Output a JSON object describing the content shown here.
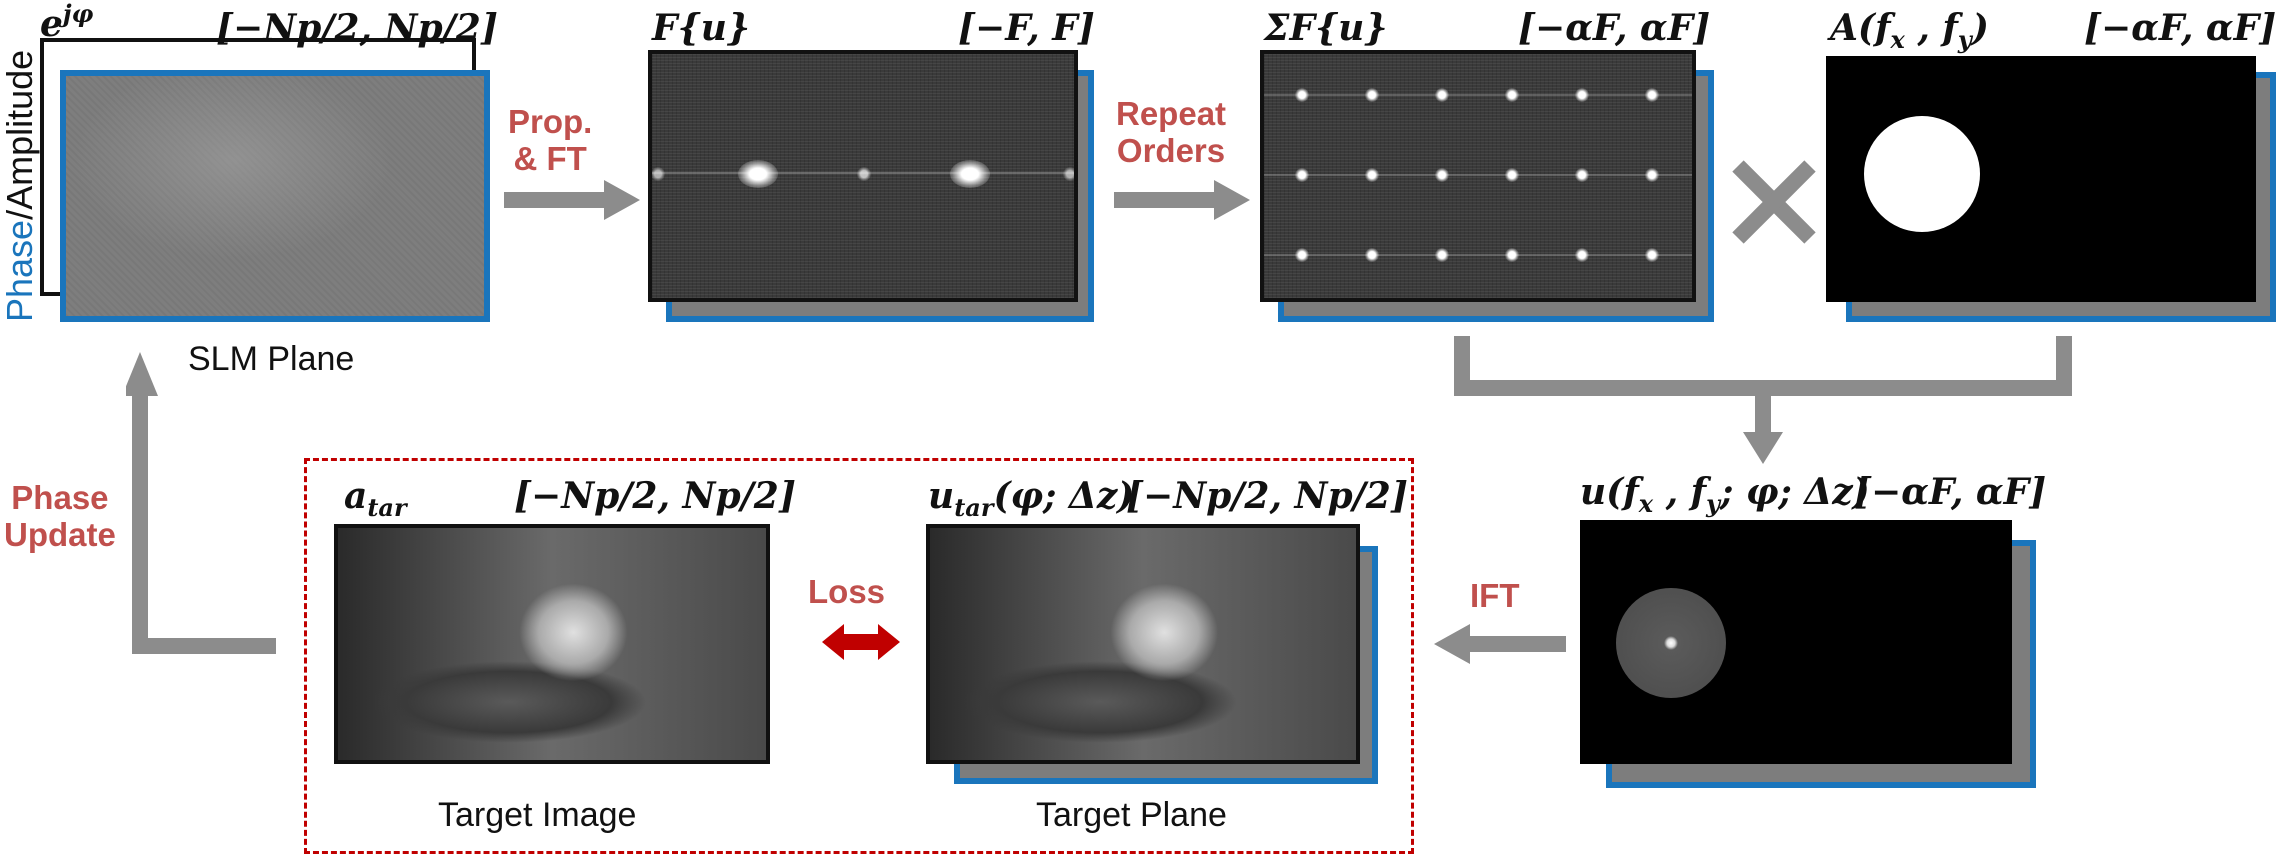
{
  "slm": {
    "vertical_label_phase": "Phase",
    "vertical_label_sep": "/",
    "vertical_label_amplitude": "Amplitude",
    "math": "e^{jφ}",
    "math_main": "e",
    "math_sup": "jφ",
    "range": "[−Np/2, Np/2]",
    "caption": "SLM Plane"
  },
  "fourier": {
    "math": "F{u}",
    "range": "[−F, F]"
  },
  "repeat": {
    "math": "ΣF{u}",
    "range": "[−αF, αF]"
  },
  "aperture": {
    "math": "A(f_x, f_y)",
    "math_a": "A(",
    "math_fx": "f",
    "sub_x": "x",
    "math_comma": " , ",
    "math_fy": "f",
    "sub_y": "y",
    "math_close": ")",
    "range": "[−αF, αF]"
  },
  "filtered": {
    "math_u": "u(",
    "math_f1": "f",
    "sub_x": "x",
    "math_mid": " , ",
    "math_f2": "f",
    "sub_y": "y",
    "math_rest": "; φ; Δz)",
    "range": "[−αF, αF]"
  },
  "target_plane": {
    "math_u": "u",
    "sub": "tar",
    "math_rest": "(φ; Δz)",
    "range": "[−Np/2, Np/2]",
    "caption": "Target Plane"
  },
  "target_image": {
    "math_a": "a",
    "sub": "tar",
    "range": "[−Np/2, Np/2]",
    "caption": "Target Image"
  },
  "arrows": {
    "prop_ft_line1": "Prop.",
    "prop_ft_line2": "& FT",
    "repeat_line1": "Repeat",
    "repeat_line2": "Orders",
    "ift": "IFT",
    "loss": "Loss",
    "phase_update_line1": "Phase",
    "phase_update_line2": "Update",
    "multiply_symbol": "✕"
  },
  "colors": {
    "accent_red": "#c0504d",
    "blue_frame": "#1a75bc",
    "arrow_gray": "#8c8c8c",
    "loss_arrow": "#c00000",
    "dashed_box": "#c00000"
  }
}
